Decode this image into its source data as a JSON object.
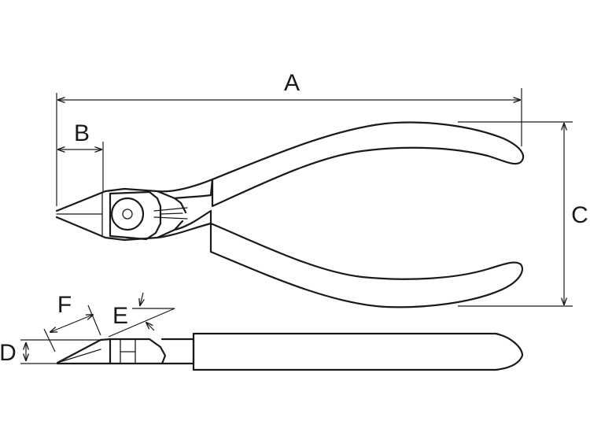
{
  "dimension_labels": {
    "a": "A",
    "b": "B",
    "c": "C",
    "d": "D",
    "e": "E",
    "f": "F"
  },
  "colors": {
    "line": "#1a1a1a",
    "background": "#ffffff"
  }
}
